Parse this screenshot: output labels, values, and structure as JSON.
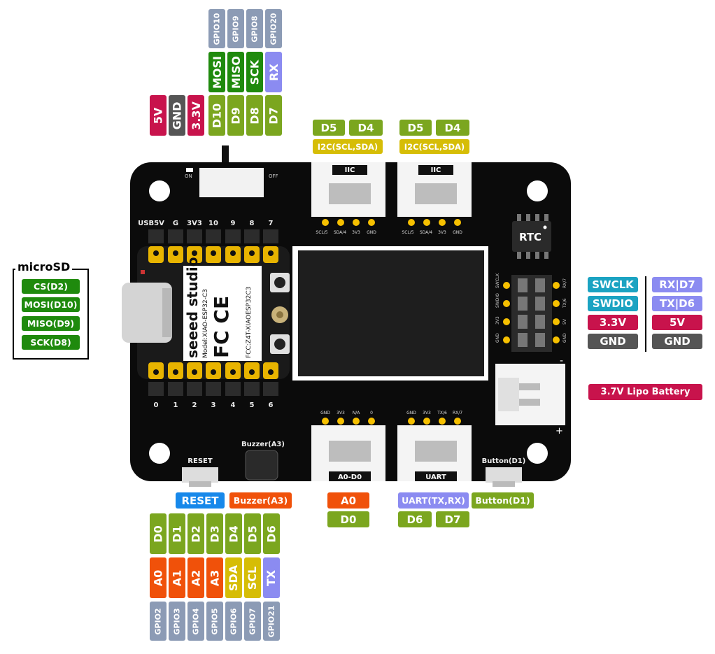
{
  "top_header": {
    "gpio": [
      "GPIO10",
      "GPIO9",
      "GPIO8",
      "GPIO20"
    ],
    "func": [
      "MOSI",
      "MISO",
      "SCK",
      "RX"
    ],
    "power": [
      "5V",
      "GND",
      "3.3V"
    ],
    "pins": [
      "D10",
      "D9",
      "D8",
      "D7"
    ]
  },
  "iic_left": {
    "pins": [
      "D5",
      "D4"
    ],
    "label": "I2C(SCL,SDA)"
  },
  "iic_right": {
    "pins": [
      "D5",
      "D4"
    ],
    "label": "I2C(SCL,SDA)"
  },
  "microsd": {
    "title": "microSD",
    "pins": [
      "CS(D2)",
      "MOSI(D10)",
      "MISO(D9)",
      "SCK(D8)"
    ]
  },
  "swd": {
    "left": [
      "SWCLK",
      "SWDIO",
      "3.3V",
      "GND"
    ],
    "right": [
      "RX|D7",
      "TX|D6",
      "5V",
      "GND"
    ]
  },
  "battery": {
    "label": "3.7V Lipo Battery"
  },
  "bottom_labels": {
    "reset": "RESET",
    "buzzer": "Buzzer(A3)",
    "a0": "A0",
    "d0": "D0",
    "uart": "UART(TX,RX)",
    "button": "Button(D1)",
    "d6": "D6",
    "d7": "D7"
  },
  "bottom_header": {
    "pins": [
      "D0",
      "D1",
      "D2",
      "D3",
      "D4",
      "D5",
      "D6"
    ],
    "func": [
      "A0",
      "A1",
      "A2",
      "A3",
      "SDA",
      "SCL",
      "TX"
    ],
    "gpio": [
      "GPIO2",
      "GPIO3",
      "GPIO4",
      "GPIO5",
      "GPIO6",
      "GPIO7",
      "GPIO21"
    ]
  },
  "board": {
    "switch_on": "ON",
    "switch_off": "OFF",
    "header_top": [
      "USB5V",
      "G",
      "3V3",
      "10",
      "9",
      "8",
      "7"
    ],
    "header_bottom": [
      "0",
      "1",
      "2",
      "3",
      "4",
      "5",
      "6"
    ],
    "iic_connector": "IIC",
    "iic_pins": [
      "SCL/5",
      "SDA/4",
      "3V3",
      "GND"
    ],
    "rtc": "RTC",
    "a0_pins": [
      "GND",
      "3V3",
      "N/A",
      "0"
    ],
    "a0_connector": "A0-D0",
    "uart_pins": [
      "GND",
      "3V3",
      "TX/6",
      "RX/7"
    ],
    "uart_connector": "UART",
    "reset_label": "RESET",
    "buzzer_label": "Buzzer(A3)",
    "button_label": "Button(D1)",
    "brand": "seeed studio",
    "model": "Model:XIAO-ESP32-C3",
    "fcc": "FCC:Z4T-XIAOESP32C3",
    "swd_pins_left": [
      "SWCLK",
      "SWDIO",
      "3V3",
      "GND"
    ],
    "swd_pins_right": [
      "RX/7",
      "TX/6",
      "5V",
      "GND"
    ],
    "battery_minus": "-",
    "battery_plus": "+"
  }
}
